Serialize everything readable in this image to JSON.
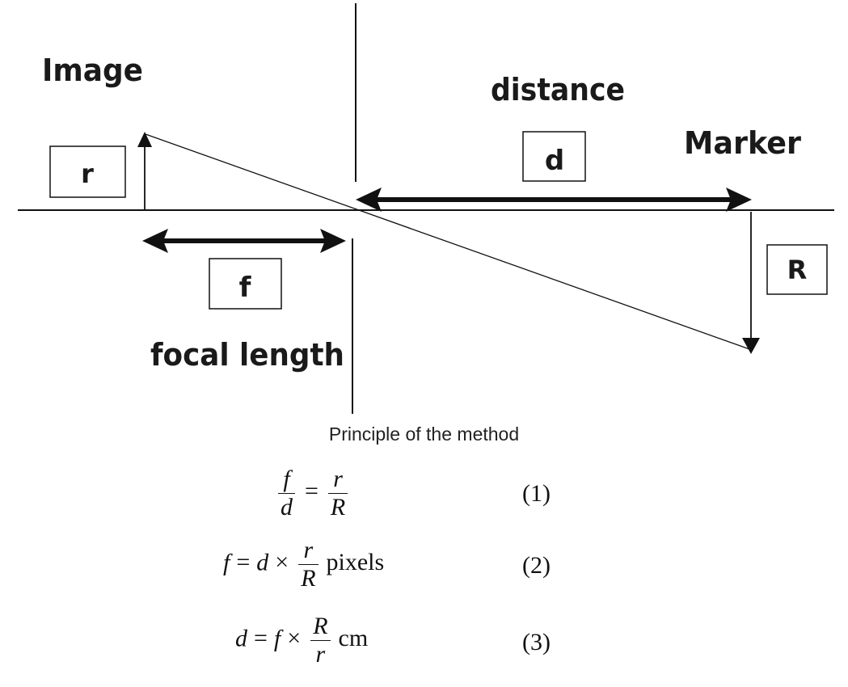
{
  "diagram": {
    "labels": {
      "image": "Image",
      "distance": "distance",
      "marker": "Marker",
      "focal_length": "focal length"
    },
    "boxes": {
      "r": "r",
      "d": "d",
      "f": "f",
      "R": "R"
    }
  },
  "caption": "Principle of the method",
  "equations": [
    {
      "number": "(1)",
      "frac1_num": "f",
      "frac1_den": "d",
      "eq": "=",
      "frac2_num": "r",
      "frac2_den": "R"
    },
    {
      "number": "(2)",
      "lhs": "f",
      "eq": "=",
      "var": "d",
      "times": "×",
      "frac_num": "r",
      "frac_den": "R",
      "unit": "pixels"
    },
    {
      "number": "(3)",
      "lhs": "d",
      "eq": "=",
      "var": "f",
      "times": "×",
      "frac_num": "R",
      "frac_den": "r",
      "unit": "cm"
    }
  ]
}
